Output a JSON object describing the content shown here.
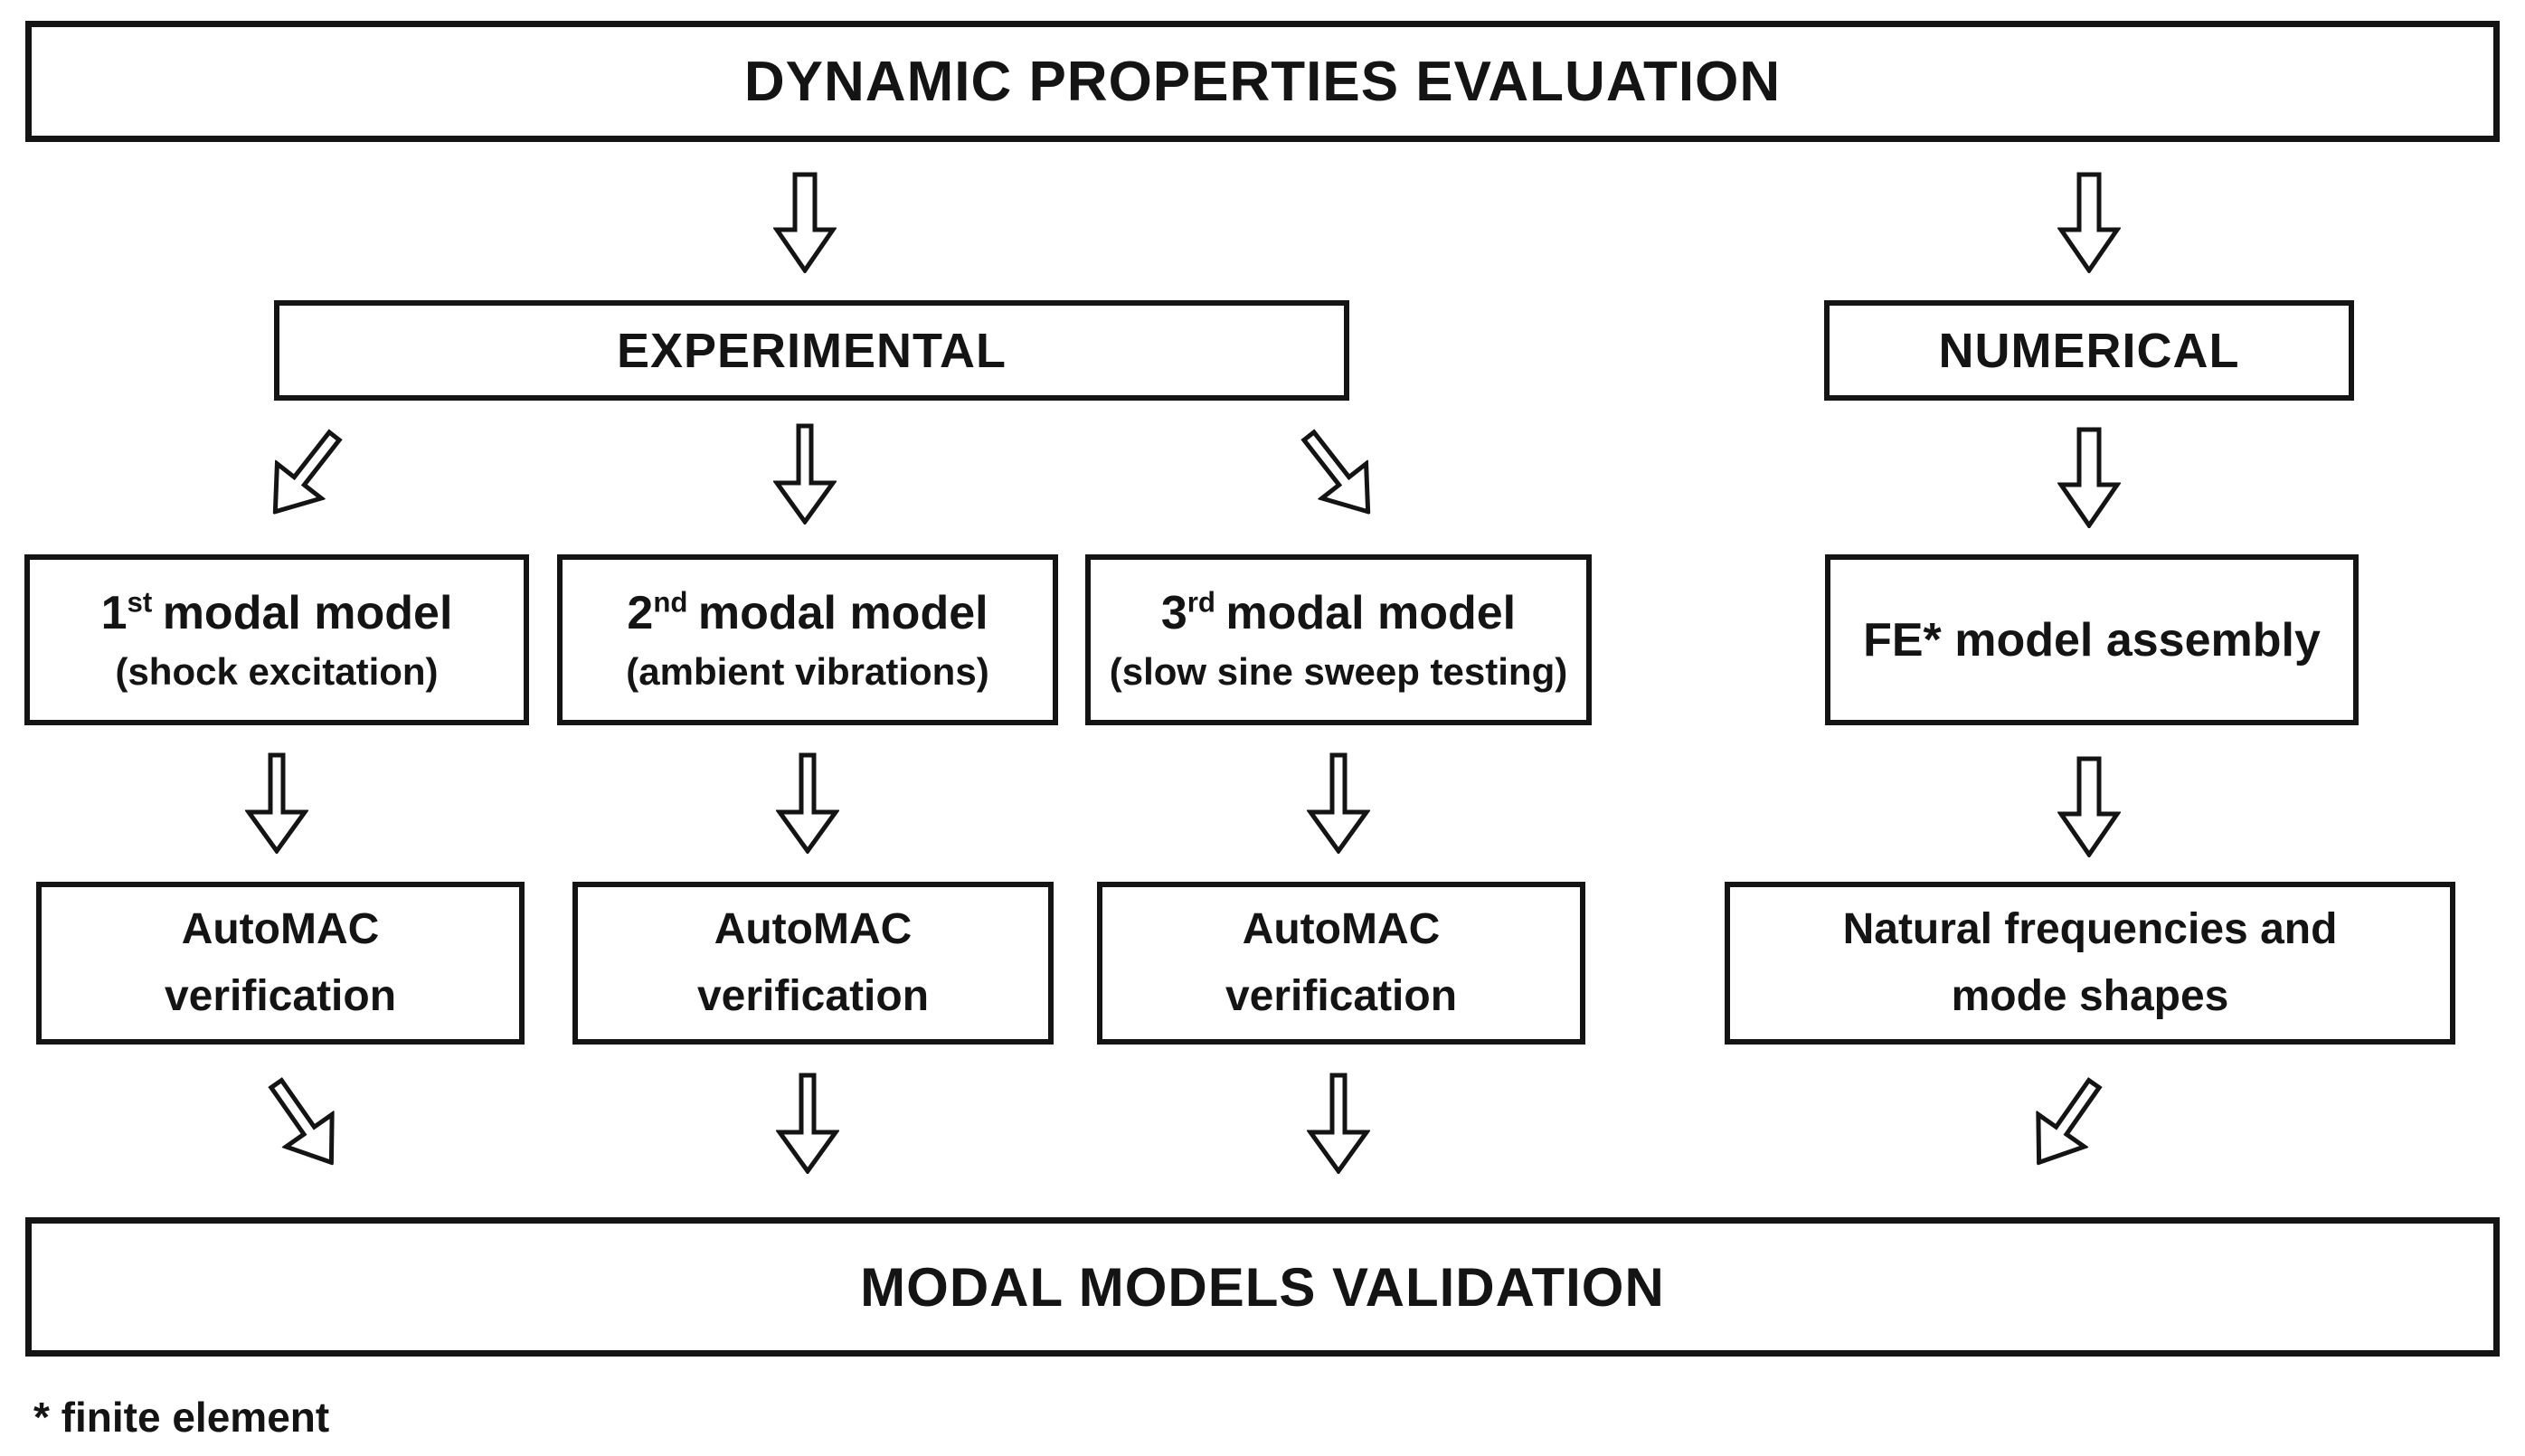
{
  "colors": {
    "background": "#ffffff",
    "line": "#141414",
    "text": "#141414"
  },
  "icons": {
    "arrow_down": "⇩",
    "arrow_down_left": "⇙",
    "arrow_down_right": "⇘"
  },
  "title_box": {
    "label": "DYNAMIC PROPERTIES EVALUATION"
  },
  "experimental_box": {
    "label": "EXPERIMENTAL"
  },
  "numerical_box": {
    "label": "NUMERICAL"
  },
  "modal_models": [
    {
      "number": "1",
      "ordinal": "st",
      "name": "modal model",
      "subtitle": "(shock excitation)"
    },
    {
      "number": "2",
      "ordinal": "nd",
      "name": "modal model",
      "subtitle": "(ambient vibrations)"
    },
    {
      "number": "3",
      "ordinal": "rd",
      "name": "modal model",
      "subtitle": "(slow sine sweep testing)"
    }
  ],
  "fe_box": {
    "label": "FE* model assembly"
  },
  "automac_boxes": [
    {
      "line1": "AutoMAC",
      "line2": "verification"
    },
    {
      "line1": "AutoMAC",
      "line2": "verification"
    },
    {
      "line1": "AutoMAC",
      "line2": "verification"
    }
  ],
  "natural_box": {
    "line1": "Natural frequencies and",
    "line2": "mode shapes"
  },
  "validation_box": {
    "label": "MODAL MODELS VALIDATION"
  },
  "footnote": {
    "label": "* finite element"
  }
}
